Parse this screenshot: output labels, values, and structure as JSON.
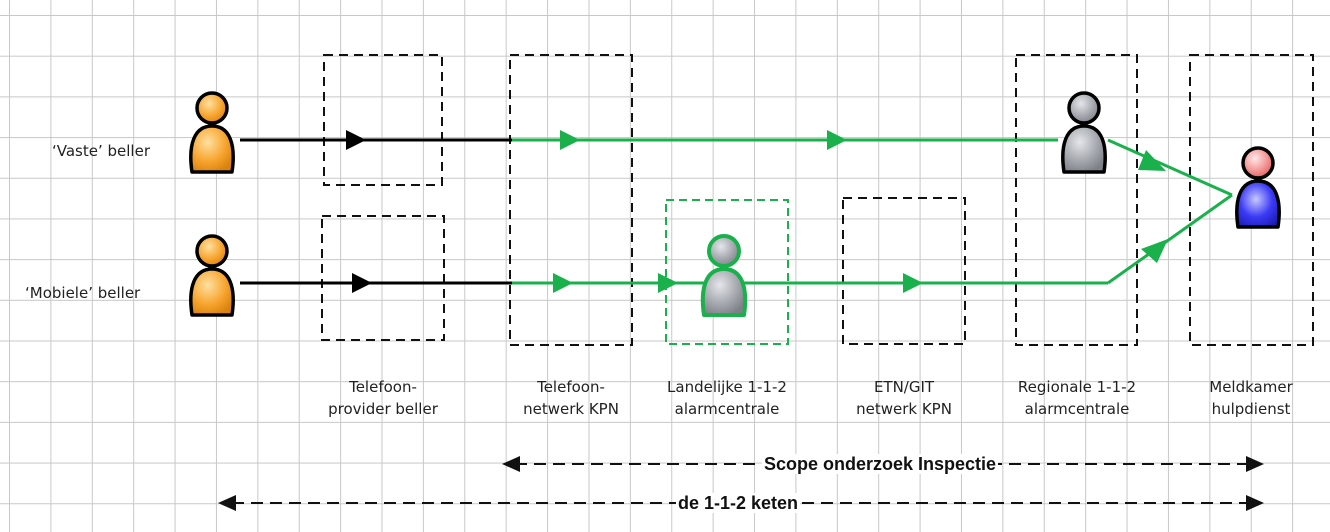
{
  "callers": {
    "fixed": "‘Vaste’ beller",
    "mobile": "‘Mobiele’ beller"
  },
  "columns": [
    {
      "line1": "Telefoon-",
      "line2": "provider beller"
    },
    {
      "line1": "Telefoon-",
      "line2": "netwerk KPN"
    },
    {
      "line1": "Landelijke 1-1-2",
      "line2": "alarmcentrale"
    },
    {
      "line1": "ETN/GIT",
      "line2": "netwerk KPN"
    },
    {
      "line1": "Regionale 1-1-2",
      "line2": "alarmcentrale"
    },
    {
      "line1": "Meldkamer",
      "line2": "hulpdienst"
    }
  ],
  "ranges": {
    "scope": "Scope onderzoek Inspectie",
    "chain": "de 1-1-2 keten"
  },
  "colors": {
    "green": "#1ab04c",
    "black": "#000000",
    "orange": "#f5a623",
    "grey": "#9a9ca2",
    "blue": "#2e2ef0",
    "pink": "#f08a8a"
  }
}
